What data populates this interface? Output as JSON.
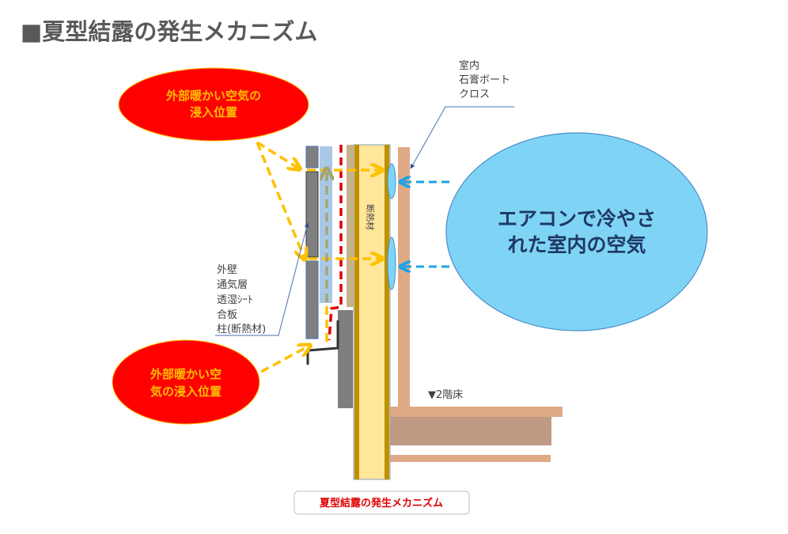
{
  "title": "■夏型結露の発生メカニズム",
  "labels": {
    "interior": [
      "室内",
      "石膏ボート",
      "クロス"
    ],
    "wall_layers": [
      "外壁",
      "通気層",
      "透湿ｼｰﾄ",
      "合板",
      "柱(断熱材)"
    ],
    "insulation": "断熱材",
    "floor": "▼2階床"
  },
  "callouts": {
    "warm_air_upper": [
      "外部暖かい空気の",
      "浸入位置"
    ],
    "warm_air_lower": [
      "外部暖かい空",
      "気の浸入位置"
    ],
    "cool_air": [
      "エアコンで冷やさ",
      "れた室内の空気"
    ]
  },
  "caption": "夏型結露の発生メカニズム",
  "colors": {
    "warm_air": "#ffc000",
    "cool_air": "#1ca3e6",
    "callout_red": "#ff0000",
    "callout_blue": "#7fd4f6",
    "insulation": "#ffe699",
    "wood": "#e0a986"
  }
}
